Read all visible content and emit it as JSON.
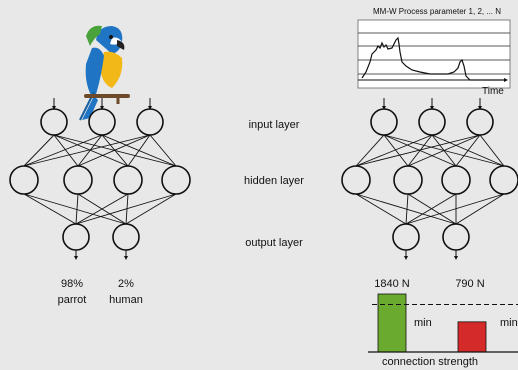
{
  "layer_labels": {
    "input": "input layer",
    "hidden": "hidden layer",
    "output": "output layer"
  },
  "left_network": {
    "outputs": [
      {
        "percent": "98%",
        "label": "parrot"
      },
      {
        "percent": "2%",
        "label": "human"
      }
    ]
  },
  "right_network": {
    "process_chart_title": "MM-W Process parameter 1, 2, ... N",
    "process_chart_axis": "Time",
    "outputs": [
      {
        "value": "1840 N"
      },
      {
        "value": "790 N"
      }
    ],
    "min_label": "min",
    "bars_caption": "connection strength",
    "bars": [
      {
        "color": "#6aaa2e",
        "relative_level": 1.0
      },
      {
        "color": "#d42a2a",
        "relative_level": 0.52
      }
    ],
    "min_relative_level": 0.82
  },
  "colors": {
    "node_stroke": "#111111",
    "background": "#e8e8e8",
    "parrot_blue": "#1f74c4",
    "parrot_yellow": "#f2b817",
    "parrot_green": "#4aa23a"
  }
}
